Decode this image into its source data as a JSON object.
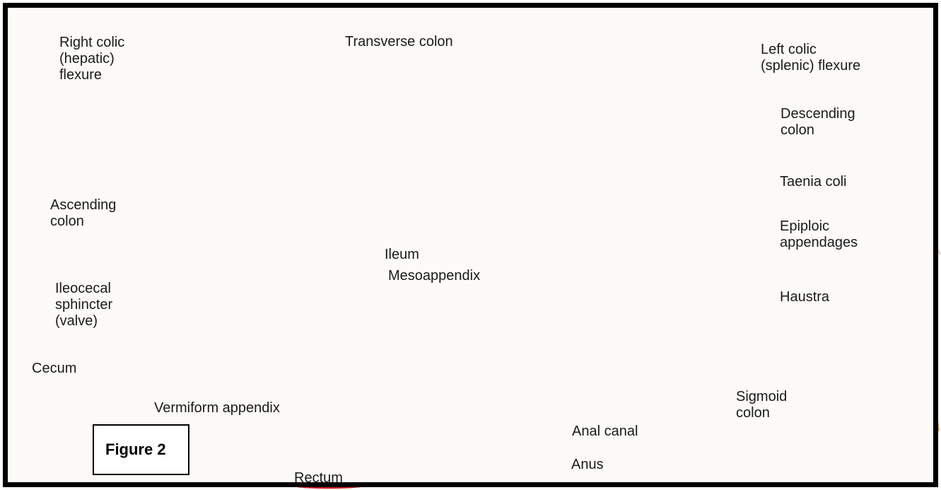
{
  "figure_label": "Figure 2",
  "labels": {
    "right_colic_flexure": "Right colic\n(hepatic)\nflexure",
    "transverse_colon": "Transverse colon",
    "left_colic_flexure": "Left colic\n(splenic) flexure",
    "descending_colon": "Descending\ncolon",
    "taenia_coli": "Taenia coli",
    "epiploic_appendages": "Epiploic\nappendages",
    "haustra": "Haustra",
    "ascending_colon": "Ascending\ncolon",
    "ileum": "Ileum",
    "mesoappendix": "Mesoappendix",
    "ileocecal_sphincter": "Ileocecal\nsphincter\n(valve)",
    "cecum": "Cecum",
    "vermiform_appendix": "Vermiform appendix",
    "sigmoid_colon": "Sigmoid\ncolon",
    "anal_canal": "Anal canal",
    "anus": "Anus",
    "rectum": "Rectum"
  },
  "colors": {
    "tissue": "#f0a48f",
    "tissue_dark": "#c8685a",
    "fat": "#f3c26a",
    "highlight_ellipse": "#d42020",
    "leader_line": "#1a1a1a"
  }
}
